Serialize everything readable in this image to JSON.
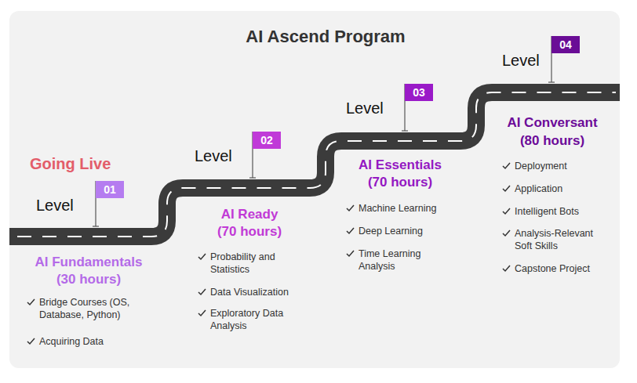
{
  "diagram": {
    "title": "AI Ascend Program",
    "nodes": [
      {
        "text": [
          "Level",
          "01"
        ]
      },
      {
        "text": [
          "Level",
          "02"
        ]
      },
      {
        "text": [
          "Level",
          "03"
        ]
      },
      {
        "text": [
          "Level",
          "04"
        ]
      }
    ],
    "labels": [
      "Going Live",
      "AI Fundamentals",
      "(30 hours)",
      "Bridge Courses (OS, Database, Python)",
      "Acquiring Data",
      "AI Ready",
      "(70 hours)",
      "Probability and Statistics",
      "Data Visualization",
      "Exploratory Data Analysis",
      "AI Essentials",
      "(70 hours)",
      "Machine Learning",
      "Deep Learning",
      "Time Learning Analysis",
      "AI Conversant",
      "(80 hours)",
      "Deployment",
      "Application",
      "Intelligent Bots",
      "Analysis-Relevant Soft Skills",
      "Capstone Project"
    ]
  }
}
